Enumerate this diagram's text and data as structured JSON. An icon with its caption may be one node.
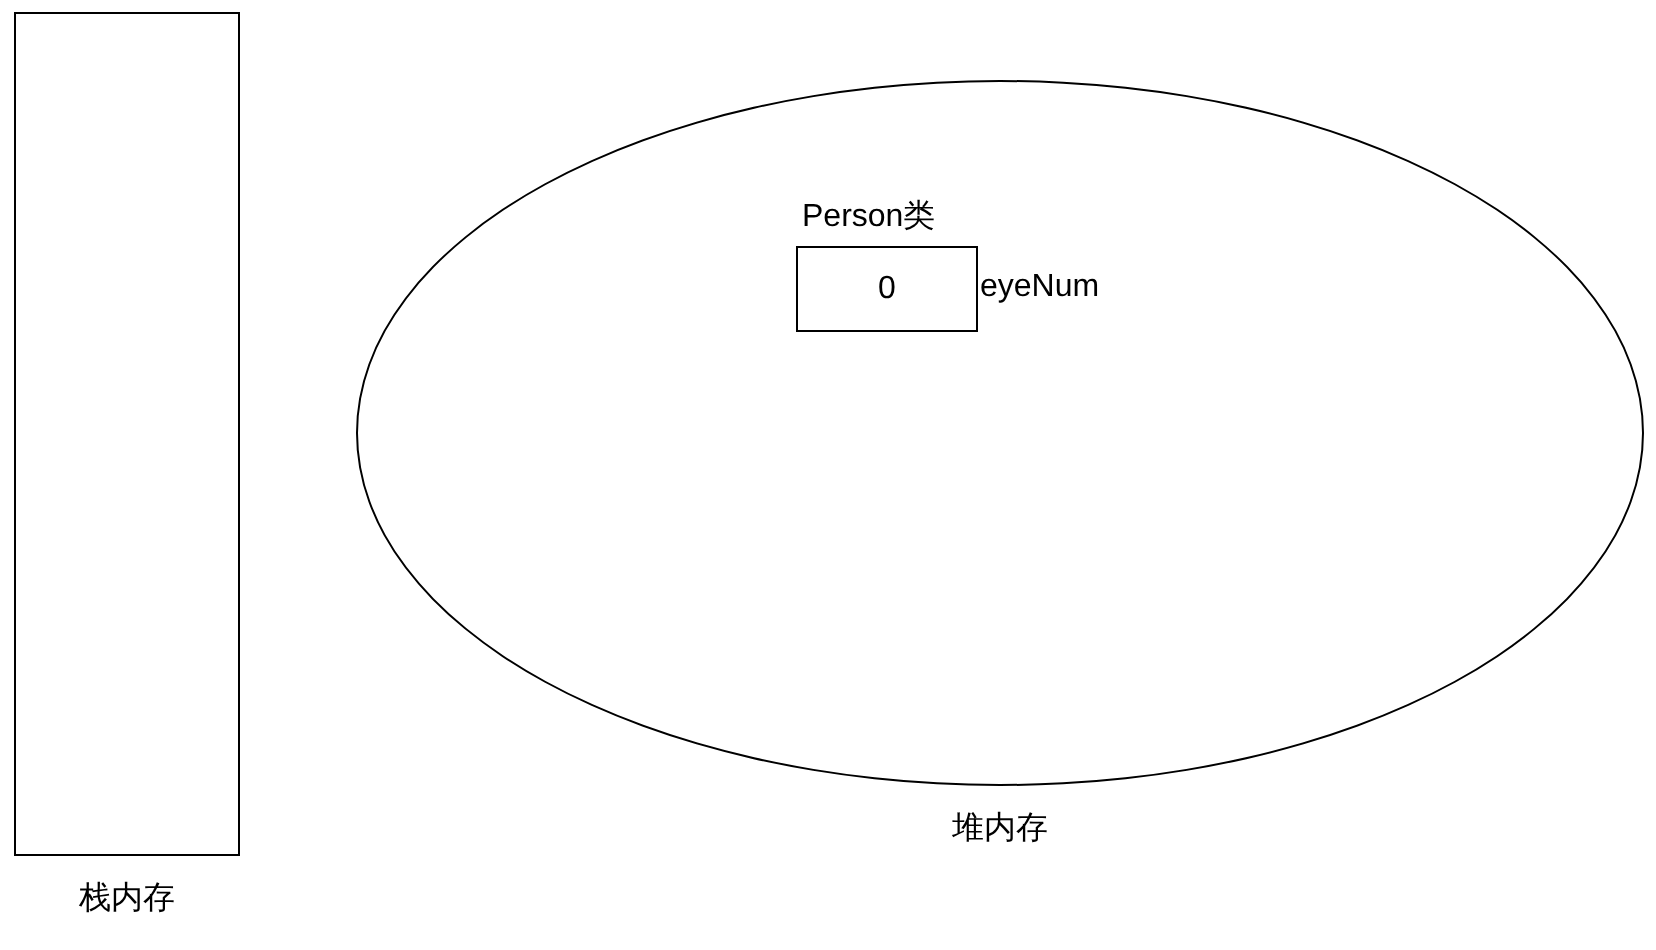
{
  "diagram": {
    "nodes": [
      {
        "text": [
          "栈内存"
        ]
      },
      {
        "text": [
          "堆内存"
        ]
      },
      {
        "text": [
          "Person类",
          "0"
        ],
        "beside": [
          "eyeNum"
        ],
        "in": 1
      }
    ]
  }
}
